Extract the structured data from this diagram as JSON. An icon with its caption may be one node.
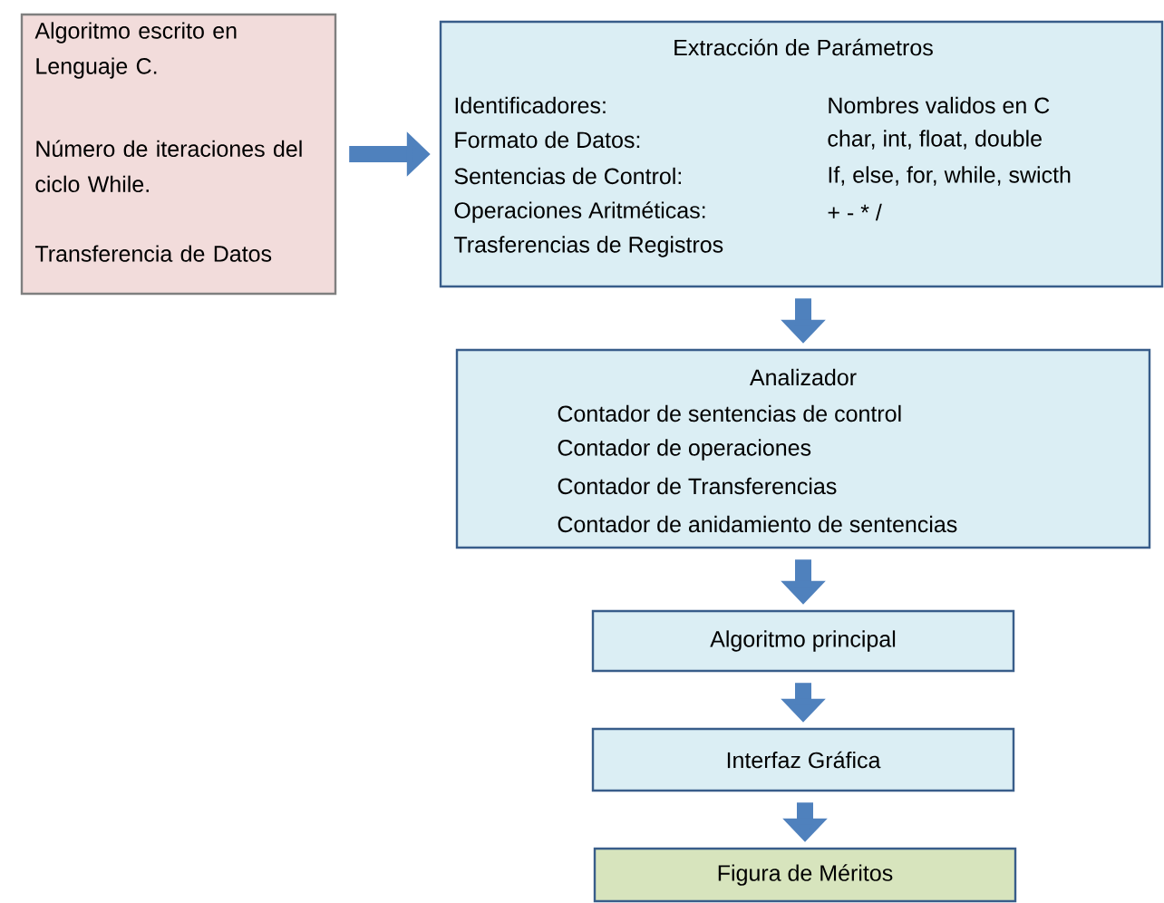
{
  "diagram": {
    "nodes": [
      {
        "text": [
          "Algoritmo escrito en Lenguaje C.",
          "Número de iteraciones del ciclo While.",
          "Transferencia de Datos"
        ]
      },
      {
        "text": [
          "Extracción de Parámetros",
          "Identificadores:",
          "Nombres validos en C",
          "Formato de Datos:",
          "char, int, float, double",
          "Sentencias de Control:",
          "If, else, for, while, swicth",
          "Operaciones Aritméticas:",
          "+ - * /",
          "Trasferencias de Registros"
        ]
      },
      {
        "text": [
          "Analizador",
          "Contador de sentencias de control",
          "Contador de operaciones",
          "Contador de Transferencias",
          "Contador de anidamiento de sentencias"
        ]
      },
      {
        "text": [
          "Algoritmo principal"
        ]
      },
      {
        "text": [
          "Interfaz Gráfica"
        ]
      },
      {
        "text": [
          "Figura de Méritos"
        ]
      }
    ],
    "edges": [
      {
        "from": 0,
        "to": 1,
        "arrow": "to"
      },
      {
        "from": 1,
        "to": 2,
        "arrow": "to"
      },
      {
        "from": 2,
        "to": 3,
        "arrow": "to"
      },
      {
        "from": 3,
        "to": 4,
        "arrow": "to"
      },
      {
        "from": 4,
        "to": 5,
        "arrow": "to"
      }
    ]
  }
}
